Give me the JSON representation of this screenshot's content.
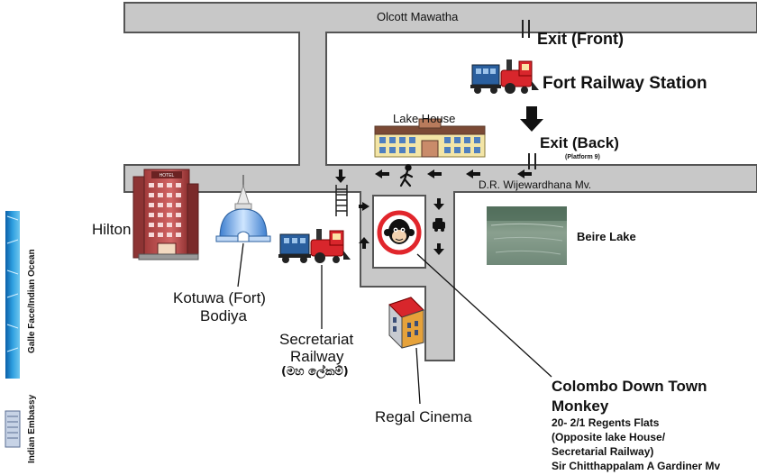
{
  "roads": {
    "top": "Olcott Mawatha",
    "middle": "D.R. Wijewardhana Mv."
  },
  "places": {
    "exit_front": "Exit (Front)",
    "fort_station": "Fort Railway Station",
    "lake_house": "Lake House",
    "exit_back": "Exit (Back)",
    "platform": "(Platform 9)",
    "hilton": "Hilton",
    "beire_lake": "Beire Lake",
    "kotuwa_1": "Kotuwa (Fort)",
    "kotuwa_2": "Bodiya",
    "secretariat_1": "Secretariat",
    "secretariat_2": "Railway",
    "secretariat_si": "(මහ ලේකම්)",
    "regal": "Regal Cinema",
    "galle_face": "Galle Face/Indian Ocean",
    "indian_embassy": "Indian Embassy",
    "hotel_sign": "HOTEL"
  },
  "destination": {
    "name_1": "Colombo Down Town",
    "name_2": "Monkey",
    "address_1": "20- 2/1 Regents Flats",
    "address_2": "(Opposite lake House/",
    "address_3": "Secretarial Railway)",
    "address_4": "Sir Chitthappalam A Gardiner Mv"
  },
  "colors": {
    "road": "#c8c8c8",
    "road_edge": "#555555",
    "train_red": "#d8262c",
    "train_blue": "#2a5f9e",
    "monkey_sign_ring": "#e1262c",
    "lake": "#7f9583"
  }
}
